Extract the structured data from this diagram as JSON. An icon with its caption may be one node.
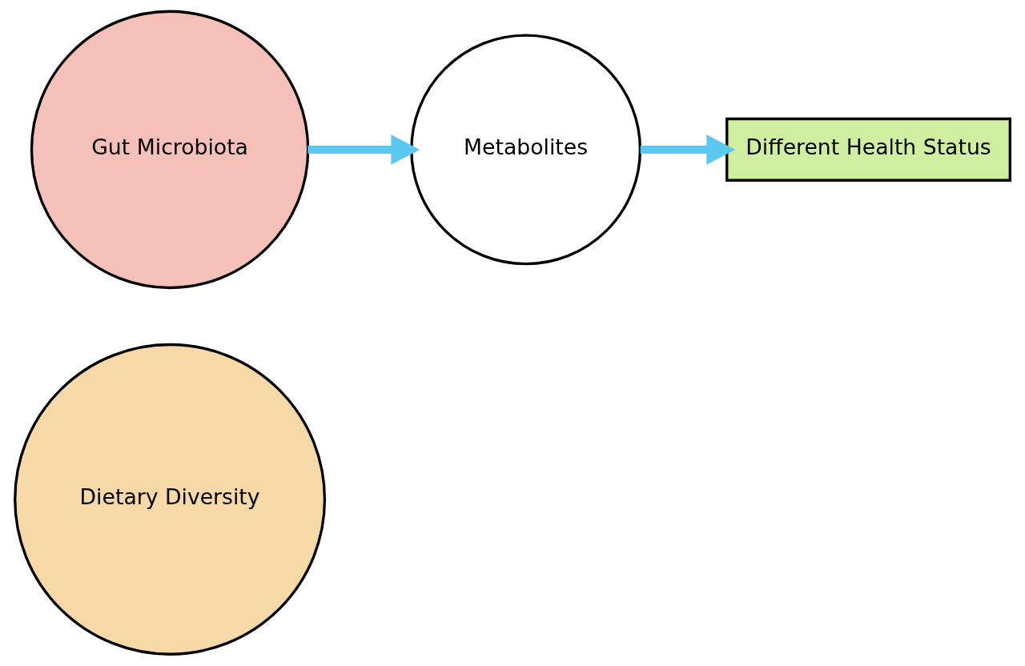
{
  "diagram": {
    "nodes": [
      {
        "text": [
          "Dietary Diversity"
        ]
      },
      {
        "text": [
          "Gut Microbiota"
        ]
      },
      {
        "text": [
          "Metabolites"
        ]
      },
      {
        "text": [
          "Different Health Status"
        ]
      }
    ],
    "edges": [
      {
        "from": 1,
        "to": 2,
        "arrow": "to"
      },
      {
        "from": 2,
        "to": 3,
        "arrow": "to"
      }
    ]
  }
}
